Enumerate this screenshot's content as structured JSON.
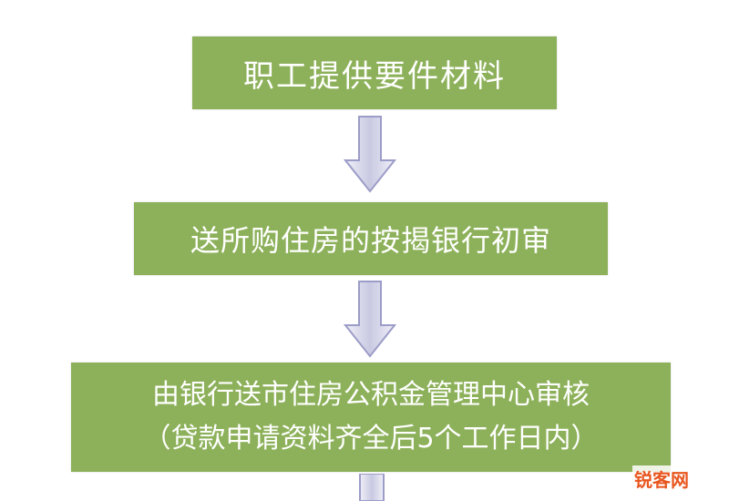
{
  "steps": [
    {
      "lines": [
        "职工提供要件材料"
      ]
    },
    {
      "lines": [
        "送所购住房的按揭银行初审"
      ]
    },
    {
      "lines": [
        "由银行送市住房公积金管理中心审核",
        "（贷款申请资料齐全后5个工作日内）"
      ]
    }
  ],
  "watermark": {
    "text": "锐客网"
  },
  "colors": {
    "box": "#8db15a",
    "text": "#ffffff",
    "arrow": "#d4d4ea",
    "arrow_edge": "#9c9cc8"
  }
}
